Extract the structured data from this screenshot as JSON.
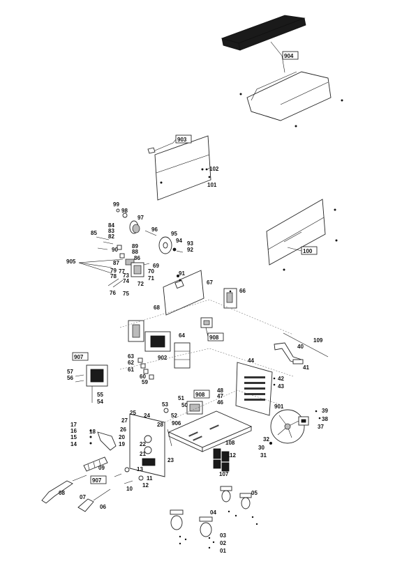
{
  "diagram": {
    "labels": {
      "904": "904",
      "903": "903",
      "102": "102",
      "101": "101",
      "99": "99",
      "98": "98",
      "97": "97",
      "96": "96",
      "95": "95",
      "94": "94",
      "93": "93",
      "92": "92",
      "85": "85",
      "84": "84",
      "83": "83",
      "82": "82",
      "90": "90",
      "89": "89",
      "88": "88",
      "86": "86",
      "87": "87",
      "905": "905",
      "79": "79",
      "78": "78",
      "77": "77",
      "74": "74",
      "73": "73",
      "76": "76",
      "75": "75",
      "72": "72",
      "71": "71",
      "70": "70",
      "69": "69",
      "91": "91",
      "67": "67",
      "68": "68",
      "66": "66",
      "100": "100",
      "64": "64",
      "908a": "908",
      "902": "902",
      "907a": "907",
      "57": "57",
      "56": "56",
      "55": "55",
      "54": "54",
      "63": "63",
      "62": "62",
      "61": "61",
      "60": "60",
      "59": "59",
      "109": "109",
      "40": "40",
      "41": "41",
      "44": "44",
      "42": "42",
      "43": "43",
      "908b": "908",
      "48": "48",
      "47": "47",
      "46": "46",
      "53": "53",
      "51": "51",
      "50": "50",
      "52": "52",
      "901": "901",
      "39": "39",
      "38": "38",
      "37": "37",
      "32": "32",
      "30": "30",
      "31": "31",
      "25": "25",
      "27": "27",
      "26": "26",
      "24": "24",
      "28": "28",
      "906": "906",
      "17": "17",
      "16": "16",
      "15": "15",
      "14": "14",
      "18": "18",
      "20": "20",
      "19": "19",
      "22": "22",
      "21": "21",
      "23": "23",
      "108": "108",
      "112": "112",
      "107": "107",
      "09": "09",
      "13": "13",
      "11": "11",
      "12": "12",
      "10": "10",
      "907b": "907",
      "08": "08",
      "07": "07",
      "06": "06",
      "05": "05",
      "04": "04",
      "03": "03",
      "02": "02",
      "01": "01"
    }
  }
}
